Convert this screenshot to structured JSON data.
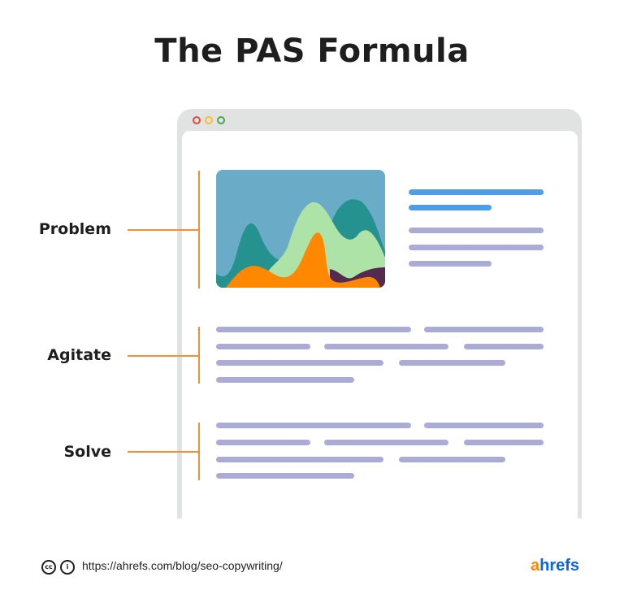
{
  "title": "The PAS Formula",
  "colors": {
    "accent_line": "#f28f3b",
    "heading_bar": "#4d9de9",
    "text_bar": "#abacd6",
    "frame": "#e1e2e2",
    "dot_red": "#e0483d",
    "dot_yellow": "#f6c026",
    "dot_green": "#4aa650",
    "chart_bg": "#6aacc8",
    "chart_teal": "#25928f",
    "chart_lightgreen": "#aee3a7",
    "chart_orange": "#ff8800",
    "chart_plum": "#552a4f",
    "logo_orange": "#ff8800",
    "logo_blue": "#0b63e5"
  },
  "window_controls": [
    "close-dot",
    "minimize-dot",
    "maximize-dot"
  ],
  "sections": [
    {
      "label": "Problem"
    },
    {
      "label": "Agitate"
    },
    {
      "label": "Solve"
    }
  ],
  "footer": {
    "license_icons": [
      "cc-icon",
      "by-attribution-icon"
    ],
    "cc_glyph": "cc",
    "by_glyph": "i",
    "url": "https://ahrefs.com/blog/seo-copywriting/",
    "logo_a": "a",
    "logo_rest": "hrefs"
  }
}
